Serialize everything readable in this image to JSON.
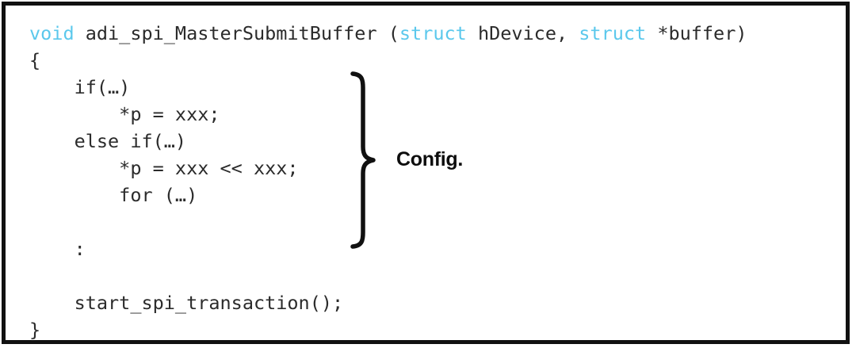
{
  "figure": {
    "border_color": "#111111",
    "background": "#ffffff",
    "keyword_color": "#5bc8ec",
    "code_color": "#2b2b2b"
  },
  "code": {
    "signature": {
      "keyword_return": "void",
      "function_name": " adi_spi_MasterSubmitBuffer (",
      "keyword_param1": "struct",
      "param1_name": " hDevice, ",
      "keyword_param2": "struct",
      "param2_name": " *buffer)"
    },
    "lines": [
      "{",
      "    if(…)",
      "        *p = xxx;",
      "    else if(…)",
      "        *p = xxx << xxx;",
      "        for (…)",
      "",
      "    :",
      "",
      "    start_spi_transaction();",
      "}"
    ]
  },
  "annotation": {
    "brace_label": "Config.",
    "brace_icon": "curly-brace-right"
  }
}
